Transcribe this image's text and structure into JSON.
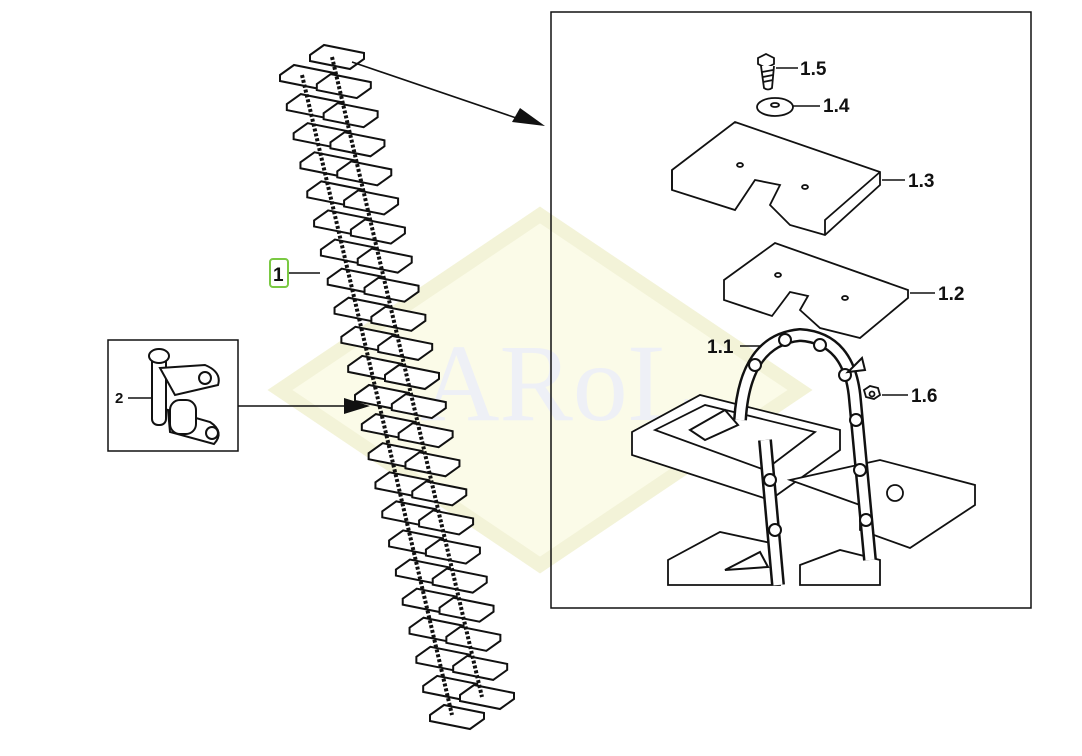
{
  "watermark": "ARoL",
  "colors": {
    "line": "#111111",
    "highlight": "#7ac943",
    "watermark_fill": "#fbfbe8"
  },
  "callouts": {
    "main_chain": "1",
    "connecting_link": "2",
    "chain": "1.1",
    "lower_plate": "1.2",
    "upper_plate": "1.3",
    "washer": "1.4",
    "bolt": "1.5",
    "nut": "1.6"
  }
}
